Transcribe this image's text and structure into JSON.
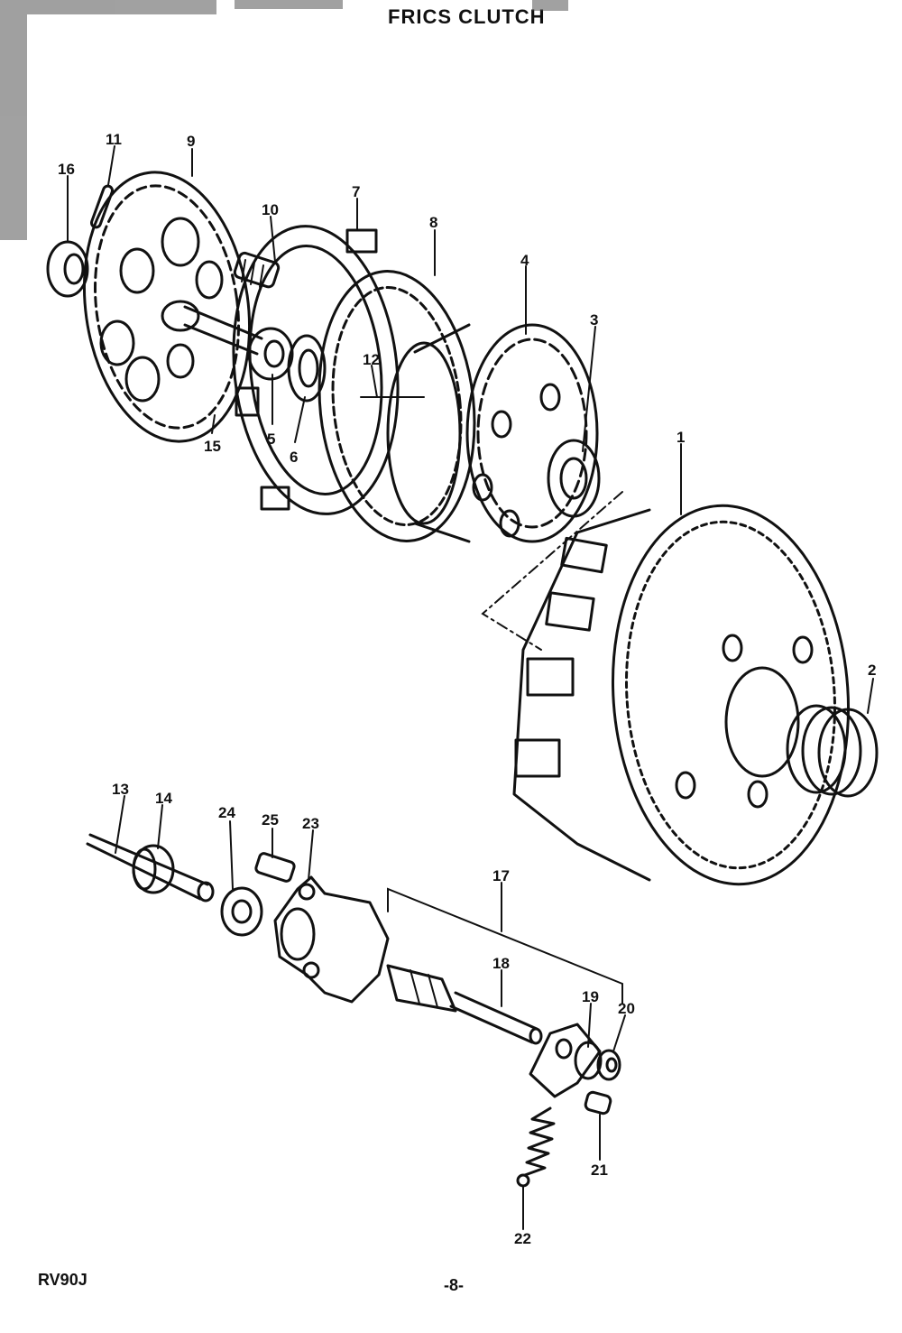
{
  "header": {
    "title": "FRICS CLUTCH"
  },
  "footer": {
    "model": "RV90J",
    "page": "-8-"
  },
  "callouts": [
    "1",
    "2",
    "3",
    "4",
    "5",
    "6",
    "7",
    "8",
    "9",
    "10",
    "11",
    "12",
    "13",
    "14",
    "15",
    "16",
    "17",
    "18",
    "19",
    "20",
    "21",
    "22",
    "23",
    "24",
    "25"
  ]
}
